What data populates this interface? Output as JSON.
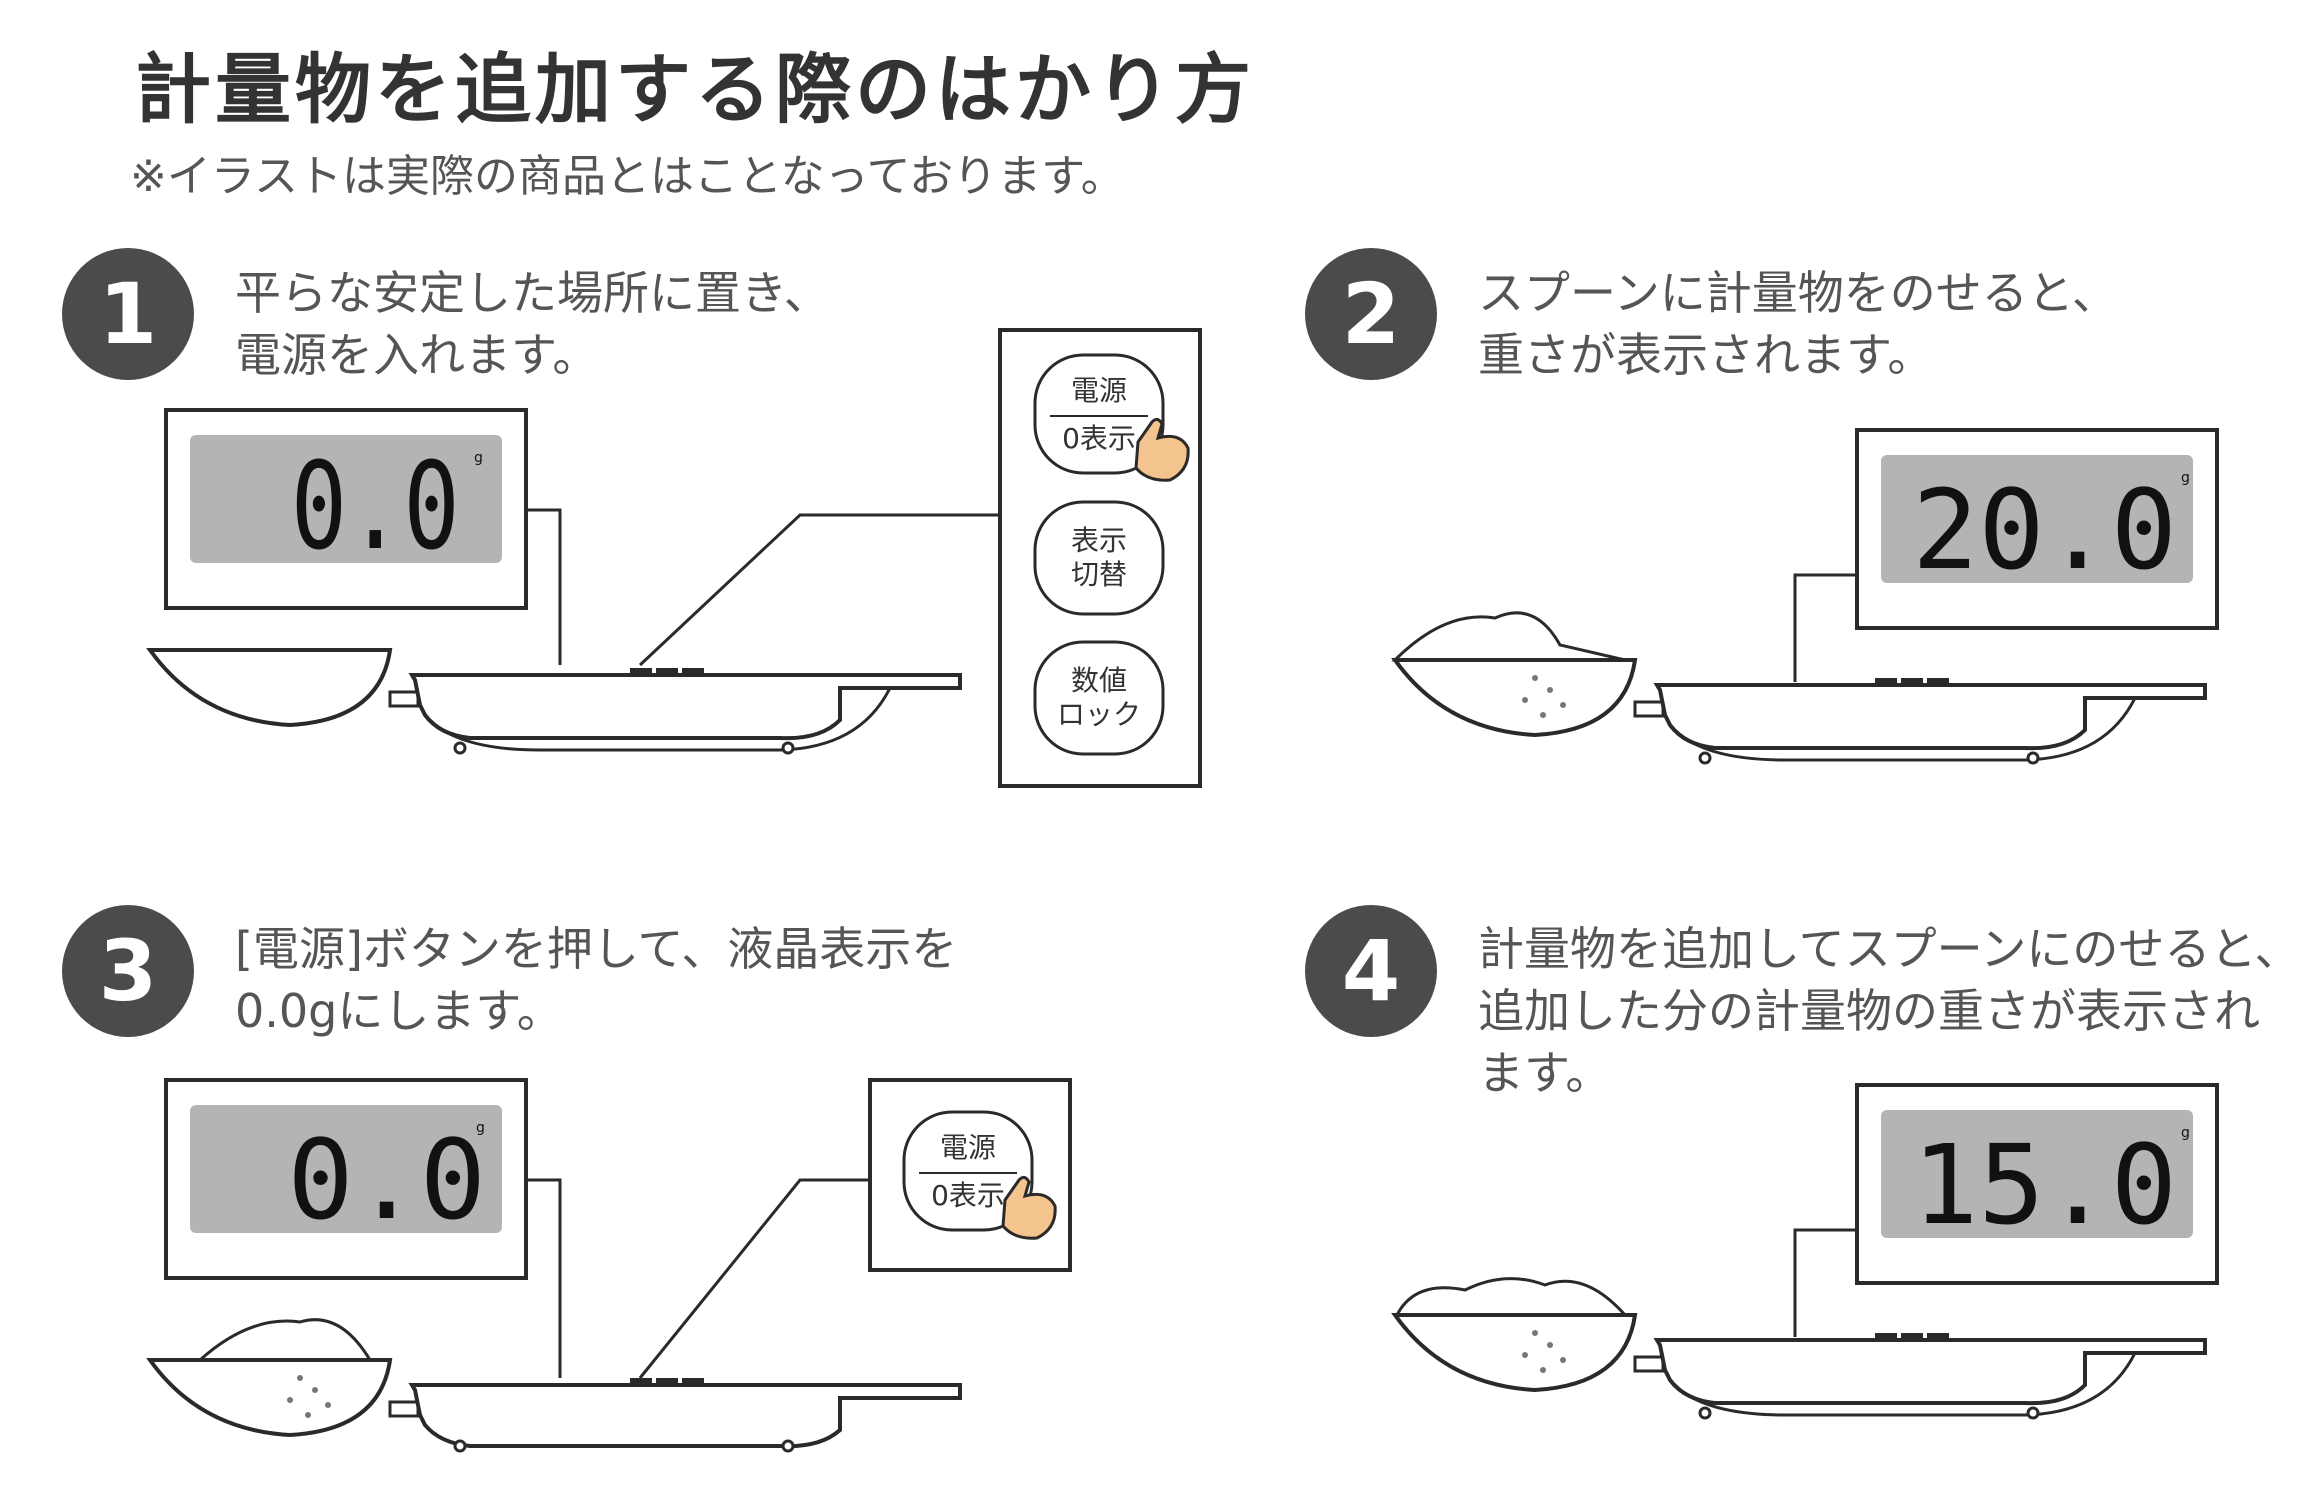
{
  "title": "計量物を追加する際のはかり方",
  "note": "※イラストは実際の商品とはことなっております。",
  "steps": [
    {
      "number": "1",
      "description": "平らな安定した場所に置き、\n電源を入れます。",
      "display": "0.0",
      "buttons": [
        {
          "top": "電源",
          "bottom": "0表示"
        },
        {
          "top": "表示",
          "bottom": "切替"
        },
        {
          "top": "数値",
          "bottom": "ロック"
        }
      ]
    },
    {
      "number": "2",
      "description": "スプーンに計量物をのせると、\n重さが表示されます。",
      "display": "20.0"
    },
    {
      "number": "3",
      "description": "[電源]ボタンを押して、液晶表示を\n0.0gにします。",
      "display": "0.0",
      "buttons": [
        {
          "top": "電源",
          "bottom": "0表示"
        }
      ]
    },
    {
      "number": "4",
      "description": "計量物を追加してスプーンにのせると、\n追加した分の計量物の重さが表示され\nます。",
      "display": "15.0"
    }
  ],
  "display_unit": "g",
  "colors": {
    "badge": "#4b4b4b",
    "lcd": "#b4b4b4",
    "line": "#2a2a2a"
  }
}
